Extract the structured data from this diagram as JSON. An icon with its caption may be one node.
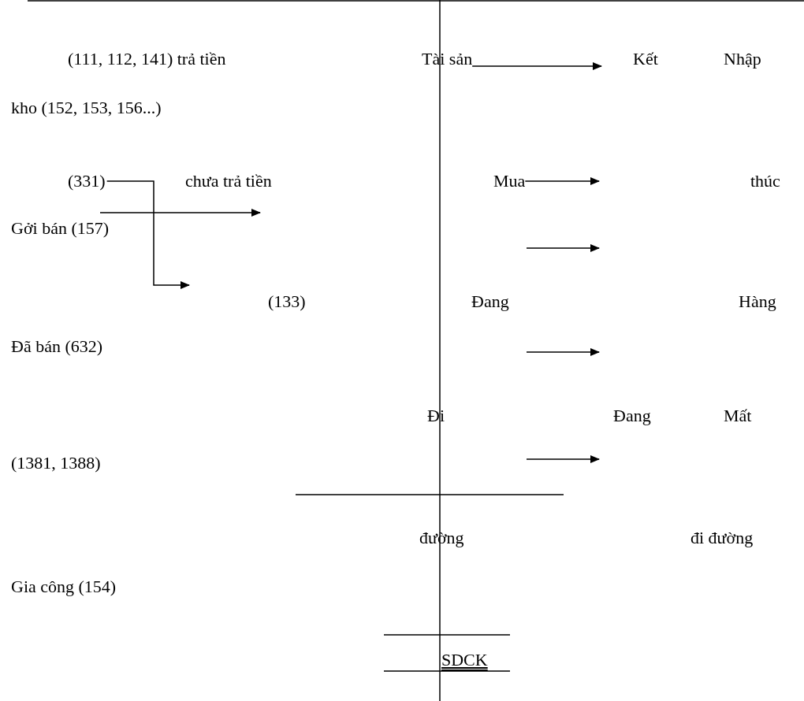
{
  "diagram": {
    "nodes": [
      {
        "text": [
          "Tài sản"
        ]
      },
      {
        "text": [
          "Kết"
        ]
      },
      {
        "text": [
          "(331)"
        ]
      },
      {
        "text": [
          "Mua"
        ]
      }
    ],
    "edges": [
      {
        "from": 0,
        "to": 1,
        "arrow": "to"
      },
      {
        "from": 2,
        "to": null,
        "arrow": "to"
      },
      {
        "from": 3,
        "to": null,
        "arrow": "to"
      }
    ],
    "labels": [
      "(111, 112, 141) trả tiền",
      "Nhập",
      "kho (152, 153, 156...)",
      "chưa trả tiền",
      "thúc",
      "Gởi bán (157)",
      "(133)",
      "Đang",
      "Hàng",
      "Đã bán (632)",
      "Đi",
      "Đang",
      "Mất",
      "(1381, 1388)",
      "đường",
      "đi đường",
      "Gia công (154)",
      "SDCK"
    ]
  }
}
